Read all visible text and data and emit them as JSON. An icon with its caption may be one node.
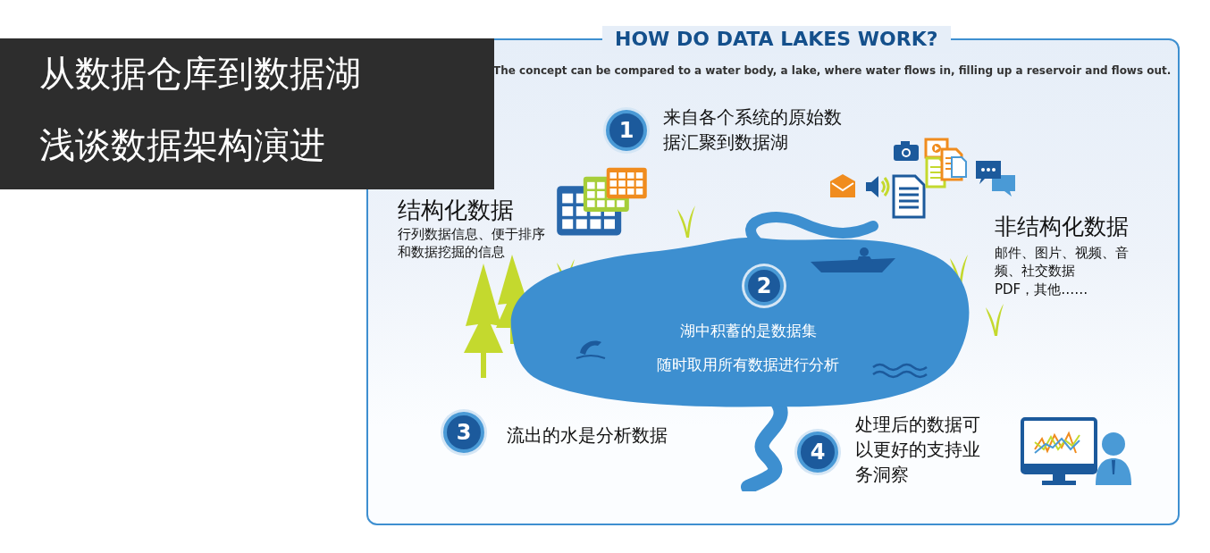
{
  "diagram": {
    "title": "从数据仓库到数据湖",
    "nodes": [
      {
        "text": [
          "HOW DO DATA LAKES WORK?",
          "The concept can be compared to a water body, a lake, where water flows in, filling up a reservoir and flows out."
        ]
      },
      {
        "text": [
          "1"
        ],
        "in": 0,
        "beside": [
          "来自各个系统的原始数据汇聚到数据湖"
        ]
      },
      {
        "text": [
          "湖中积蓄的是数据集",
          "随时取用所有数据进行分析"
        ],
        "in": 0
      },
      {
        "text": [
          "2"
        ],
        "in": 2
      },
      {
        "text": [
          "3"
        ],
        "in": 0,
        "beside": [
          "流出的水是分析数据"
        ]
      },
      {
        "text": [
          "4"
        ],
        "in": 0,
        "beside": [
          "处理后的数据可以更好的支持业务洞察"
        ]
      }
    ],
    "labels": [
      "浅谈数据架构演进",
      "结构化数据",
      "行列数据信息、便于排序和数据挖掘的信息",
      "非结构化数据",
      "邮件、图片、视频、音频、社交数据",
      "PDF，其他……"
    ]
  }
}
